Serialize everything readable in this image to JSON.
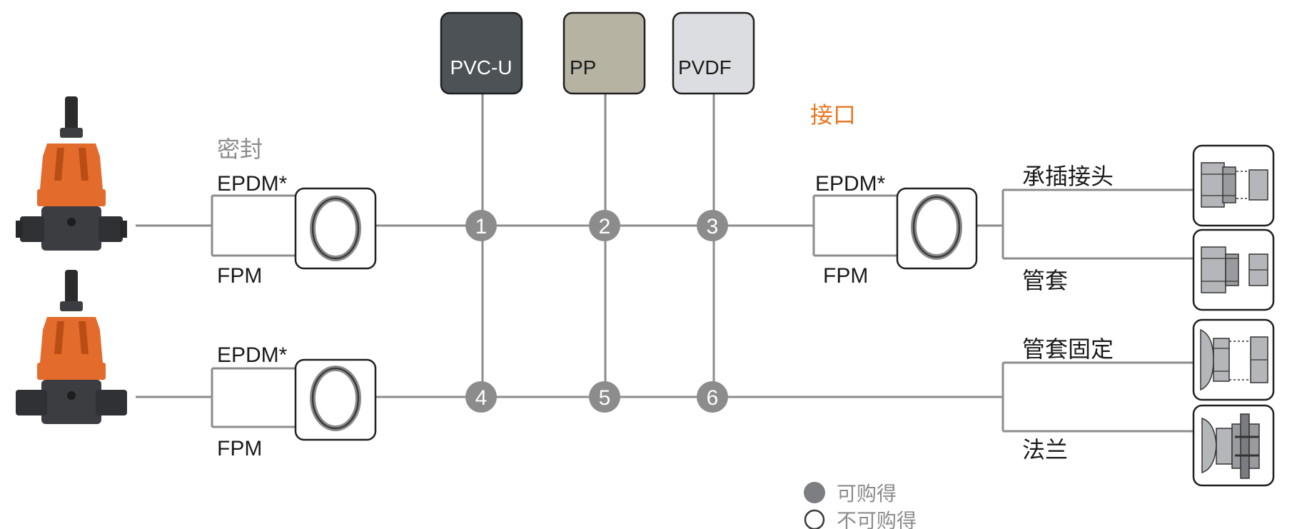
{
  "materials": [
    {
      "label": "PVC-U",
      "color": "#4d5257",
      "text_color": "#ffffff"
    },
    {
      "label": "PP",
      "color": "#b7b3a3",
      "text_color": "#1a1a1a"
    },
    {
      "label": "PVDF",
      "color": "#dcdde0",
      "text_color": "#1a1a1a"
    }
  ],
  "nodes": [
    "1",
    "2",
    "3",
    "4",
    "5",
    "6"
  ],
  "left_section": {
    "title": "密封",
    "rows": [
      {
        "top_label": "EPDM*",
        "bottom_label": "FPM"
      },
      {
        "top_label": "EPDM*",
        "bottom_label": "FPM"
      }
    ]
  },
  "right_section": {
    "title": "接口",
    "title_color": "#e87722",
    "seal": {
      "top_label": "EPDM*",
      "bottom_label": "FPM"
    },
    "connections": [
      "承插接头",
      "管套",
      "管套固定",
      "法兰"
    ]
  },
  "legend": {
    "available": "可购得",
    "unavailable": "不可购得"
  },
  "colors": {
    "line": "#8c8c8c",
    "node": "#8c8c8c",
    "valve_orange": "#e36b2c",
    "valve_dark": "#3b3d40"
  }
}
